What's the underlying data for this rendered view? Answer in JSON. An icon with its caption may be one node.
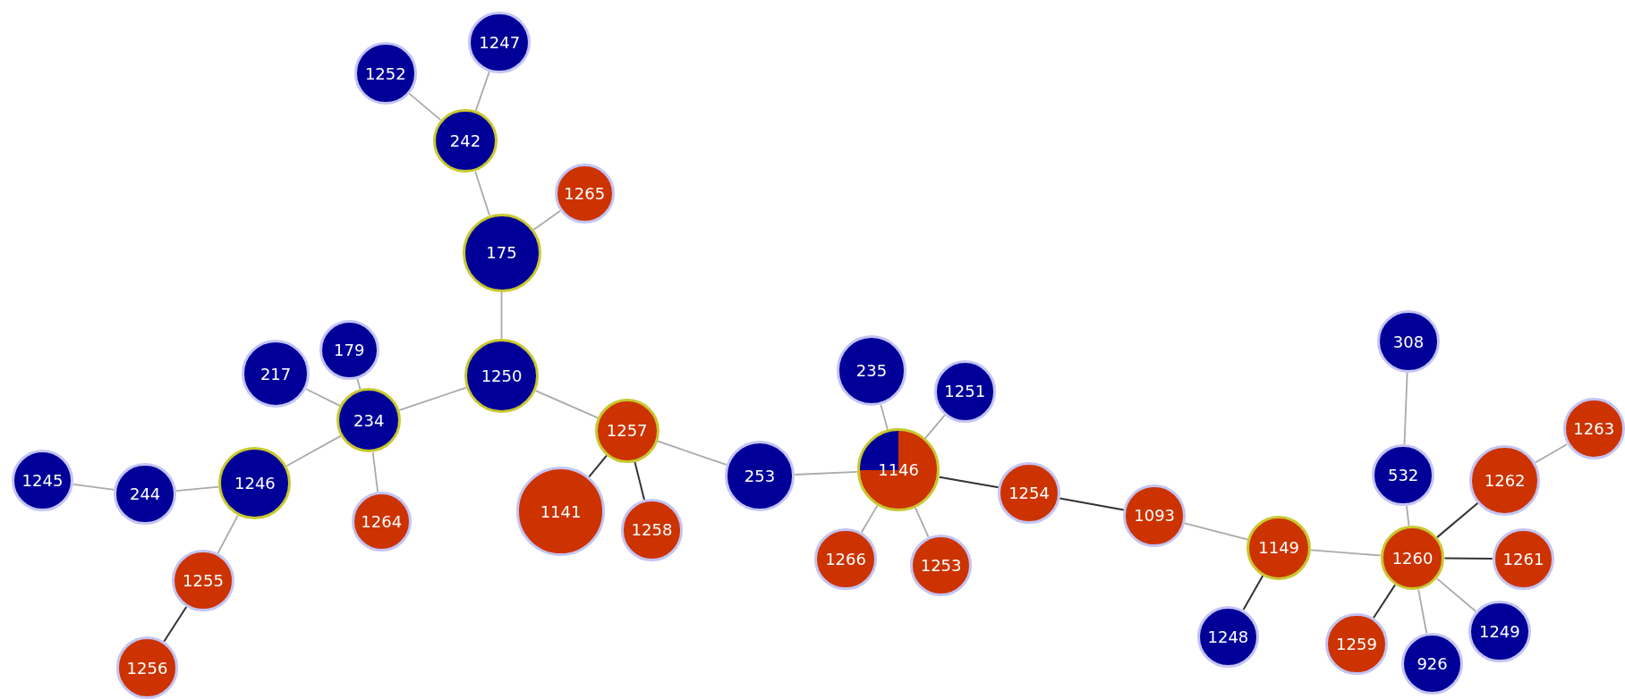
{
  "diagram": {
    "nodes": [
      {
        "text": [
          "1247"
        ]
      },
      {
        "text": [
          "1252"
        ]
      },
      {
        "text": [
          "242"
        ]
      },
      {
        "text": [
          "1265"
        ]
      },
      {
        "text": [
          "175"
        ]
      },
      {
        "text": [
          "179"
        ]
      },
      {
        "text": [
          "217"
        ]
      },
      {
        "text": [
          "1250"
        ]
      },
      {
        "text": [
          "234"
        ]
      },
      {
        "text": [
          "1245"
        ]
      },
      {
        "text": [
          "244"
        ]
      },
      {
        "text": [
          "1246"
        ]
      },
      {
        "text": [
          "1264"
        ]
      },
      {
        "text": [
          "1257"
        ]
      },
      {
        "text": [
          "1141"
        ]
      },
      {
        "text": [
          "1258"
        ]
      },
      {
        "text": [
          "253"
        ]
      },
      {
        "text": [
          "235"
        ]
      },
      {
        "text": [
          "1251"
        ]
      },
      {
        "text": [
          "1146"
        ]
      },
      {
        "text": [
          "1254"
        ]
      },
      {
        "text": [
          "1266"
        ]
      },
      {
        "text": [
          "1253"
        ]
      },
      {
        "text": [
          "1255"
        ]
      },
      {
        "text": [
          "1256"
        ]
      },
      {
        "text": [
          "1093"
        ]
      },
      {
        "text": [
          "1149"
        ]
      },
      {
        "text": [
          "1248"
        ]
      },
      {
        "text": [
          "308"
        ]
      },
      {
        "text": [
          "532"
        ]
      },
      {
        "text": [
          "1263"
        ]
      },
      {
        "text": [
          "1262"
        ]
      },
      {
        "text": [
          "1260"
        ]
      },
      {
        "text": [
          "1261"
        ]
      },
      {
        "text": [
          "1259"
        ]
      },
      {
        "text": [
          "926"
        ]
      },
      {
        "text": [
          "1249"
        ]
      }
    ],
    "edges": [
      {
        "from": 2,
        "to": 0,
        "arrow": "none"
      },
      {
        "from": 2,
        "to": 1,
        "arrow": "none"
      },
      {
        "from": 4,
        "to": 2,
        "arrow": "none"
      },
      {
        "from": 4,
        "to": 3,
        "arrow": "none"
      },
      {
        "from": 7,
        "to": 4,
        "arrow": "none"
      },
      {
        "from": 8,
        "to": 7,
        "arrow": "none"
      },
      {
        "from": 8,
        "to": 5,
        "arrow": "none"
      },
      {
        "from": 8,
        "to": 6,
        "arrow": "none"
      },
      {
        "from": 8,
        "to": 11,
        "arrow": "none"
      },
      {
        "from": 8,
        "to": 12,
        "arrow": "none"
      },
      {
        "from": 11,
        "to": 10,
        "arrow": "none"
      },
      {
        "from": 10,
        "to": 9,
        "arrow": "none"
      },
      {
        "from": 11,
        "to": 23,
        "arrow": "none"
      },
      {
        "from": 23,
        "to": 24,
        "arrow": "none",
        "color": "#333333"
      },
      {
        "from": 7,
        "to": 13,
        "arrow": "none"
      },
      {
        "from": 13,
        "to": 14,
        "arrow": "none",
        "color": "#333333"
      },
      {
        "from": 13,
        "to": 15,
        "arrow": "none",
        "color": "#333333"
      },
      {
        "from": 13,
        "to": 16,
        "arrow": "none"
      },
      {
        "from": 16,
        "to": 19,
        "arrow": "none"
      },
      {
        "from": 19,
        "to": 17,
        "arrow": "none"
      },
      {
        "from": 19,
        "to": 18,
        "arrow": "none"
      },
      {
        "from": 19,
        "to": 21,
        "arrow": "none"
      },
      {
        "from": 19,
        "to": 22,
        "arrow": "none"
      },
      {
        "from": 19,
        "to": 20,
        "arrow": "none",
        "color": "#333333"
      },
      {
        "from": 20,
        "to": 25,
        "arrow": "none",
        "color": "#333333"
      },
      {
        "from": 25,
        "to": 26,
        "arrow": "none"
      },
      {
        "from": 26,
        "to": 27,
        "arrow": "none",
        "color": "#333333"
      },
      {
        "from": 26,
        "to": 32,
        "arrow": "none"
      },
      {
        "from": 32,
        "to": 29,
        "arrow": "none"
      },
      {
        "from": 29,
        "to": 28,
        "arrow": "none"
      },
      {
        "from": 32,
        "to": 31,
        "arrow": "none",
        "color": "#333333"
      },
      {
        "from": 31,
        "to": 30,
        "arrow": "none"
      },
      {
        "from": 32,
        "to": 33,
        "arrow": "none",
        "color": "#333333"
      },
      {
        "from": 32,
        "to": 34,
        "arrow": "none",
        "color": "#333333"
      },
      {
        "from": 32,
        "to": 35,
        "arrow": "none"
      },
      {
        "from": 32,
        "to": 36,
        "arrow": "none"
      }
    ]
  }
}
